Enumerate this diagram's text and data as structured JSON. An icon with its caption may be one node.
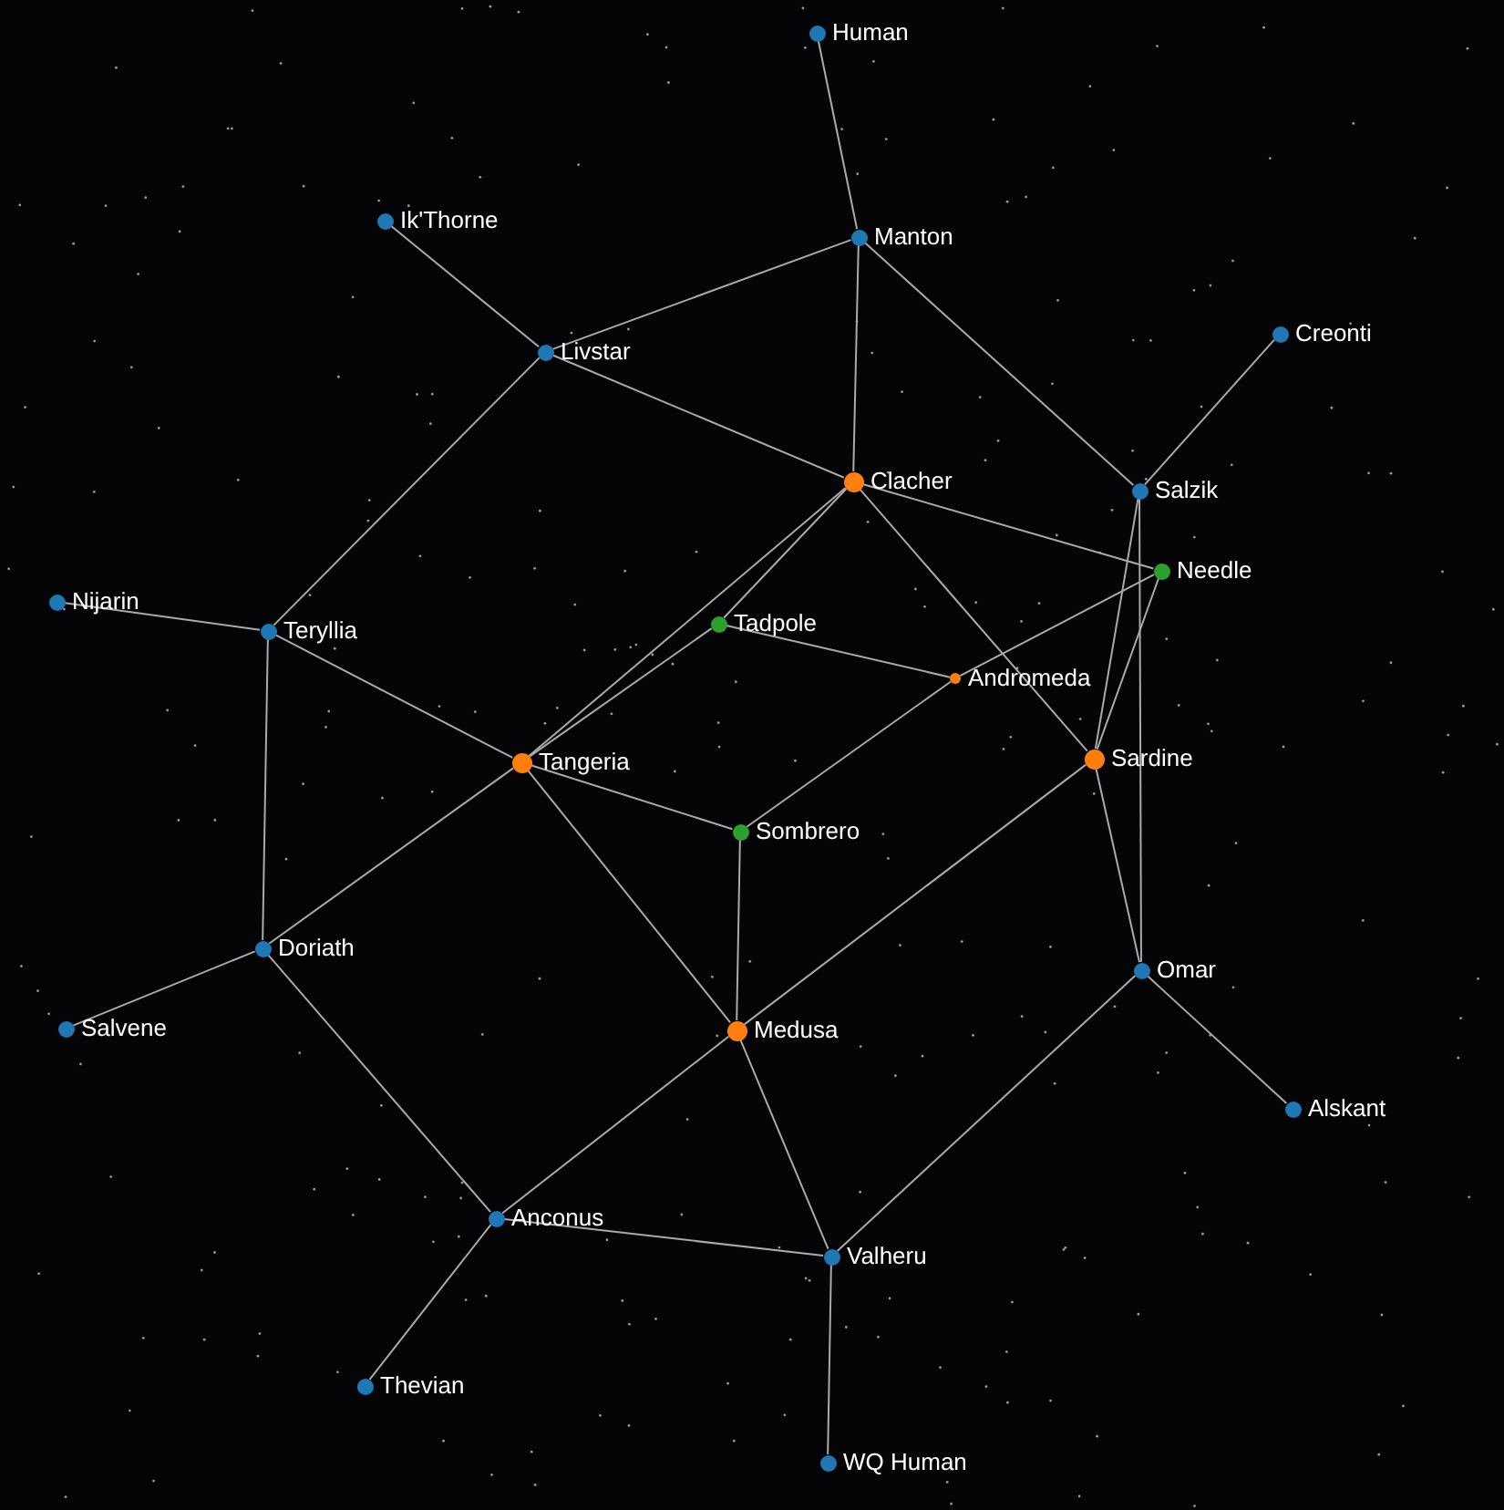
{
  "diagram": {
    "nodes": [
      {
        "text": [
          "Human"
        ]
      },
      {
        "text": [
          "Ik'Thorne"
        ]
      },
      {
        "text": [
          "Manton"
        ]
      },
      {
        "text": [
          "Creonti"
        ]
      },
      {
        "text": [
          "Livstar"
        ]
      },
      {
        "text": [
          "Clacher"
        ]
      },
      {
        "text": [
          "Salzik"
        ]
      },
      {
        "text": [
          "Needle"
        ]
      },
      {
        "text": [
          "Nijarin"
        ]
      },
      {
        "text": [
          "Tadpole"
        ]
      },
      {
        "text": [
          "Teryllia"
        ]
      },
      {
        "text": [
          "Andromeda"
        ]
      },
      {
        "text": [
          "Sardine"
        ]
      },
      {
        "text": [
          "Tangeria"
        ]
      },
      {
        "text": [
          "Sombrero"
        ]
      },
      {
        "text": [
          "Doriath"
        ]
      },
      {
        "text": [
          "Omar"
        ]
      },
      {
        "text": [
          "Salvene"
        ]
      },
      {
        "text": [
          "Medusa"
        ]
      },
      {
        "text": [
          "Alskant"
        ]
      },
      {
        "text": [
          "Anconus"
        ]
      },
      {
        "text": [
          "Valheru"
        ]
      },
      {
        "text": [
          "Thevian"
        ]
      },
      {
        "text": [
          "WQ Human"
        ]
      }
    ],
    "edges": [
      {
        "from": 0,
        "to": 2,
        "arrow": "none"
      },
      {
        "from": 1,
        "to": 4,
        "arrow": "none"
      },
      {
        "from": 2,
        "to": 4,
        "arrow": "none"
      },
      {
        "from": 2,
        "to": 5,
        "arrow": "none"
      },
      {
        "from": 2,
        "to": 6,
        "arrow": "none"
      },
      {
        "from": 3,
        "to": 6,
        "arrow": "none"
      },
      {
        "from": 4,
        "to": 5,
        "arrow": "none"
      },
      {
        "from": 4,
        "to": 10,
        "arrow": "none"
      },
      {
        "from": 5,
        "to": 7,
        "arrow": "none"
      },
      {
        "from": 5,
        "to": 12,
        "arrow": "none"
      },
      {
        "from": 5,
        "to": 13,
        "arrow": "none"
      },
      {
        "from": 5,
        "to": 9,
        "arrow": "none"
      },
      {
        "from": 9,
        "to": 13,
        "arrow": "none"
      },
      {
        "from": 9,
        "to": 11,
        "arrow": "none"
      },
      {
        "from": 7,
        "to": 11,
        "arrow": "none"
      },
      {
        "from": 11,
        "to": 14,
        "arrow": "none"
      },
      {
        "from": 6,
        "to": 12,
        "arrow": "none"
      },
      {
        "from": 6,
        "to": 16,
        "arrow": "none"
      },
      {
        "from": 7,
        "to": 12,
        "arrow": "none"
      },
      {
        "from": 8,
        "to": 10,
        "arrow": "none"
      },
      {
        "from": 10,
        "to": 13,
        "arrow": "none"
      },
      {
        "from": 10,
        "to": 15,
        "arrow": "none"
      },
      {
        "from": 13,
        "to": 14,
        "arrow": "none"
      },
      {
        "from": 13,
        "to": 18,
        "arrow": "none"
      },
      {
        "from": 13,
        "to": 15,
        "arrow": "none"
      },
      {
        "from": 14,
        "to": 18,
        "arrow": "none"
      },
      {
        "from": 12,
        "to": 18,
        "arrow": "none"
      },
      {
        "from": 12,
        "to": 16,
        "arrow": "none"
      },
      {
        "from": 15,
        "to": 17,
        "arrow": "none"
      },
      {
        "from": 15,
        "to": 20,
        "arrow": "none"
      },
      {
        "from": 18,
        "to": 20,
        "arrow": "none"
      },
      {
        "from": 18,
        "to": 21,
        "arrow": "none"
      },
      {
        "from": 16,
        "to": 19,
        "arrow": "none"
      },
      {
        "from": 16,
        "to": 21,
        "arrow": "none"
      },
      {
        "from": 20,
        "to": 21,
        "arrow": "none"
      },
      {
        "from": 20,
        "to": 22,
        "arrow": "none"
      },
      {
        "from": 21,
        "to": 23,
        "arrow": "none"
      }
    ]
  }
}
